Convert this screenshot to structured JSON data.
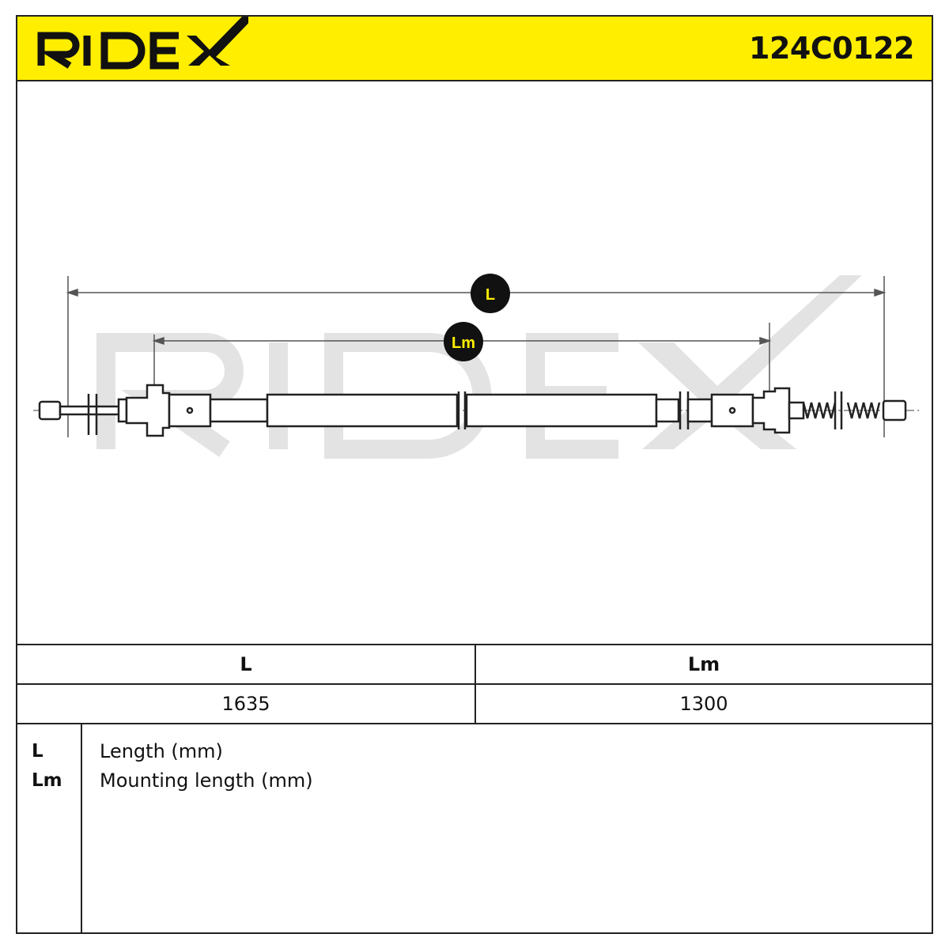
{
  "header": {
    "brand": "RIDEX",
    "part_number": "124C0122"
  },
  "drawing": {
    "dimension_L": "L",
    "dimension_Lm": "Lm",
    "accent_color": "#ffee00",
    "watermark": "RIDEX"
  },
  "table": {
    "headers": [
      "L",
      "Lm"
    ],
    "values": [
      "1635",
      "1300"
    ]
  },
  "legend": {
    "items": [
      {
        "key": "L",
        "description": "Length (mm)"
      },
      {
        "key": "Lm",
        "description": "Mounting length (mm)"
      }
    ]
  }
}
